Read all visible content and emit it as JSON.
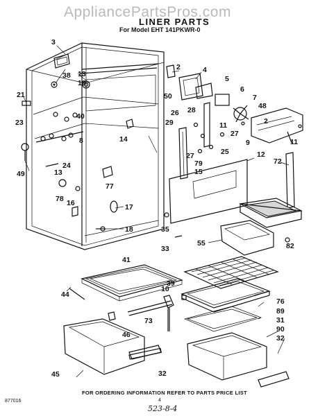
{
  "watermark": "AppliancePartsPros.com",
  "title": "LINER PARTS",
  "subtitle": "For Model EHT 141PKWR-0",
  "order_note": "FOR ORDERING INFORMATION REFER TO PARTS PRICE LIST",
  "page_number": "4",
  "handwritten_code": "523-8-4",
  "figure_code": "877016",
  "callouts": [
    "3",
    "38",
    "13",
    "19",
    "21",
    "23",
    "40",
    "2",
    "4",
    "5",
    "6",
    "7",
    "48",
    "50",
    "26",
    "28",
    "29",
    "11",
    "27",
    "2",
    "9",
    "27",
    "25",
    "14",
    "12",
    "79",
    "15",
    "72",
    "8",
    "24",
    "13",
    "78",
    "49",
    "77",
    "16",
    "17",
    "18",
    "35",
    "55",
    "82",
    "33",
    "41",
    "76",
    "89",
    "31",
    "90",
    "32",
    "39",
    "10",
    "73",
    "46",
    "44",
    "45",
    "32",
    "11"
  ]
}
